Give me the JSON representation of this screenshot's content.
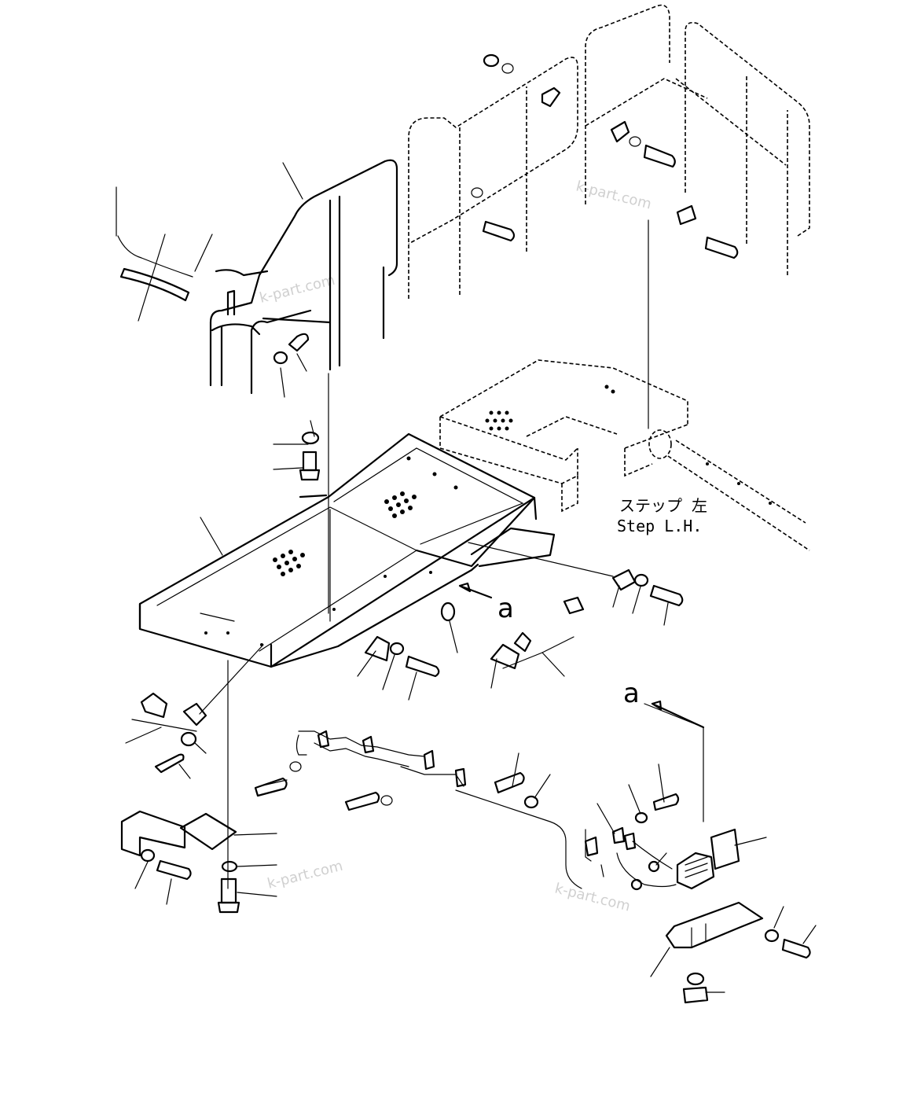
{
  "labels": {
    "step_jp": "ステップ 左",
    "step_en": "Step L.H.",
    "ref_a": "a",
    "ref_a_2": "a"
  },
  "watermarks": [
    "k-part.com",
    "k-part.com",
    "k-part.com",
    "k-part.com"
  ],
  "colors": {
    "line": "#000000",
    "background": "#ffffff",
    "watermark": "#d0d0d0"
  }
}
